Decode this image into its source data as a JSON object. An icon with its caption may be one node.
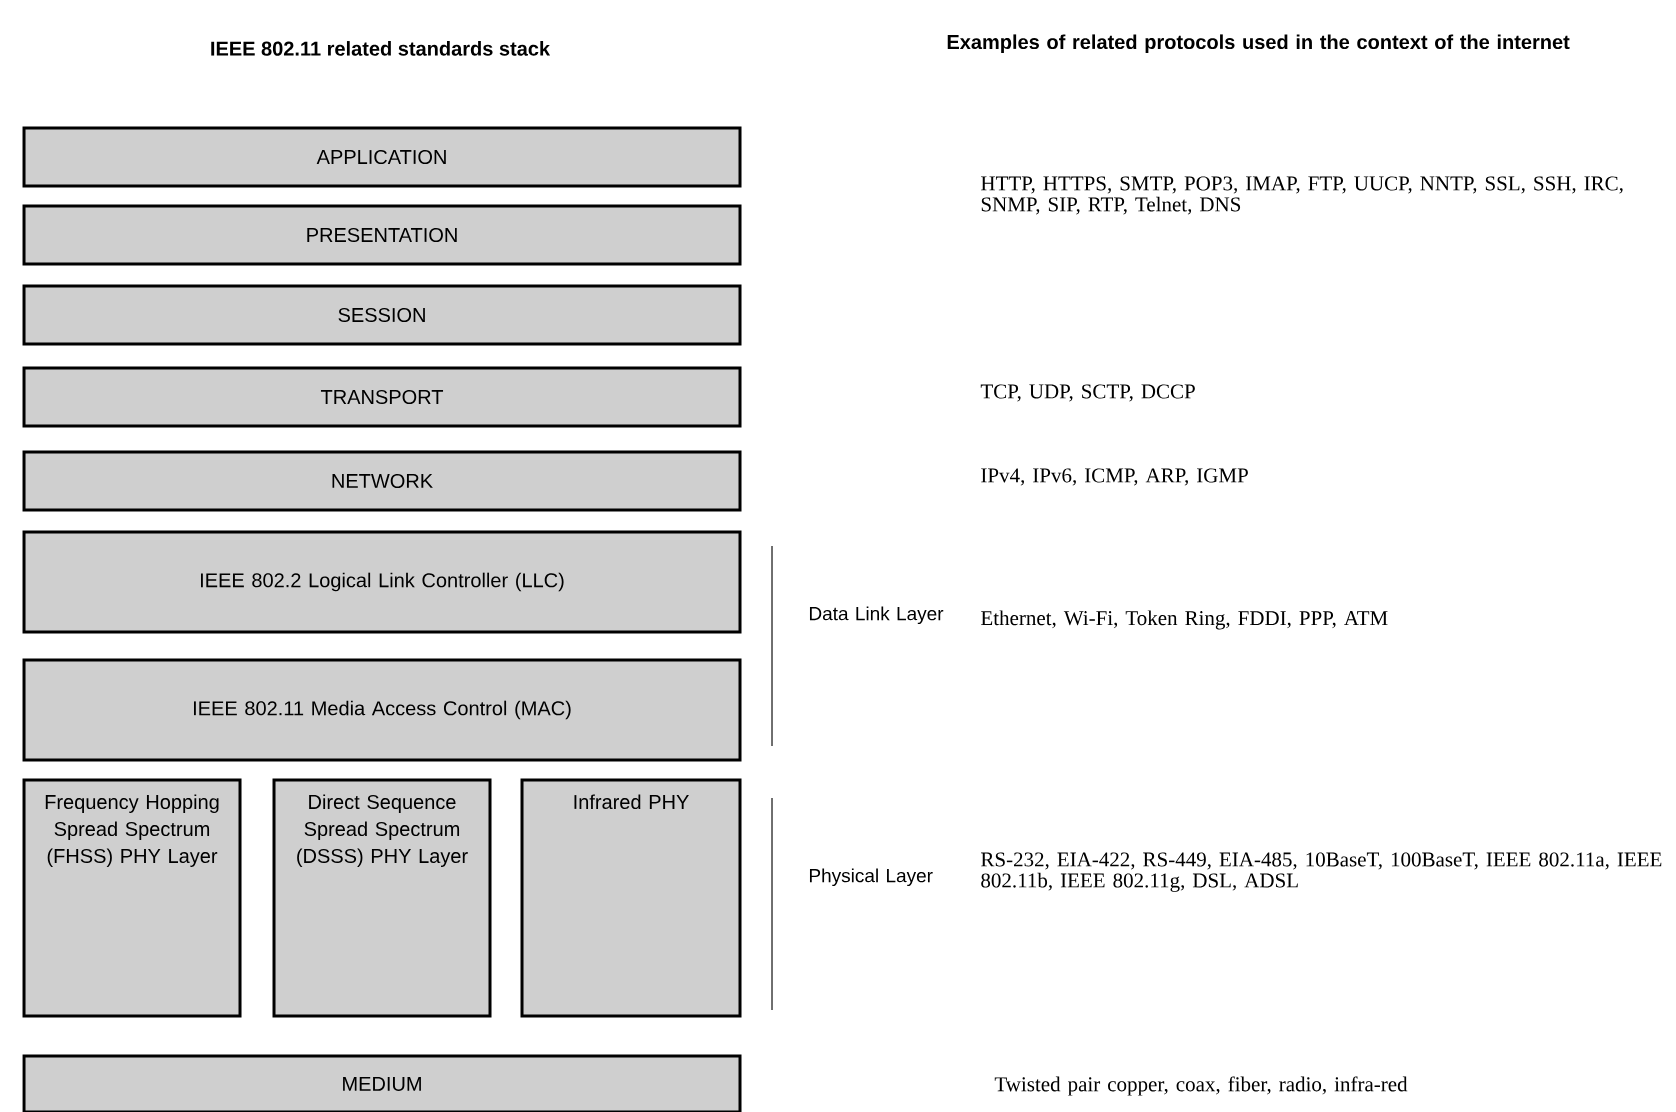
{
  "diagram": {
    "title": "IEEE 802.11 related standards stack",
    "nodes": [
      {
        "text": [
          "APPLICATION"
        ]
      },
      {
        "text": [
          "PRESENTATION"
        ]
      },
      {
        "text": [
          "SESSION"
        ]
      },
      {
        "text": [
          "TRANSPORT"
        ]
      },
      {
        "text": [
          "NETWORK"
        ]
      },
      {
        "text": [
          "IEEE 802.2 Logical Link Controller (LLC)"
        ]
      },
      {
        "text": [
          "IEEE 802.11 Media Access Control (MAC)"
        ]
      },
      {
        "text": [
          "Frequency Hopping Spread Spectrum (FHSS) PHY Layer"
        ]
      },
      {
        "text": [
          "Direct Sequence Spread Spectrum (DSSS) PHY Layer"
        ]
      },
      {
        "text": [
          "Infrared PHY"
        ]
      },
      {
        "text": [
          "MEDIUM"
        ]
      }
    ],
    "labels": [
      "Examples of related protocols used in the context of the internet",
      "HTTP, HTTPS, SMTP, POP3, IMAP, FTP, UUCP, NNTP, SSL, SSH, IRC, SNMP, SIP, RTP, Telnet, DNS",
      "TCP, UDP, SCTP, DCCP",
      "IPv4, IPv6, ICMP, ARP, IGMP",
      "Data Link Layer",
      "Ethernet, Wi-Fi, Token Ring, FDDI, PPP, ATM",
      "Physical Layer",
      "RS-232, EIA-422, RS-449, EIA-485, 10BaseT, 100BaseT, IEEE 802.11a, IEEE 802.11b, IEEE 802.11g, DSL, ADSL",
      "Twisted pair copper, coax, fiber, radio, infra-red"
    ]
  }
}
